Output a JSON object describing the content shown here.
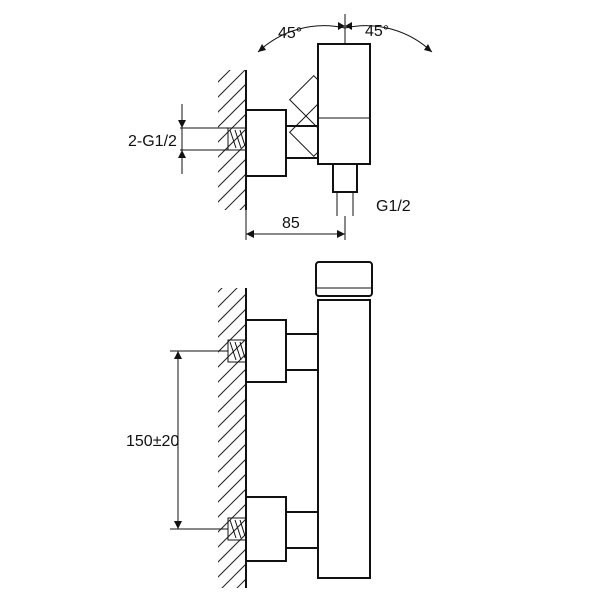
{
  "labels": {
    "angle_left": "45°",
    "angle_right": "45°",
    "inlet_thread": "2-G1/2",
    "outlet_thread": "G1/2",
    "depth": "85",
    "center_distance": "150±20"
  }
}
